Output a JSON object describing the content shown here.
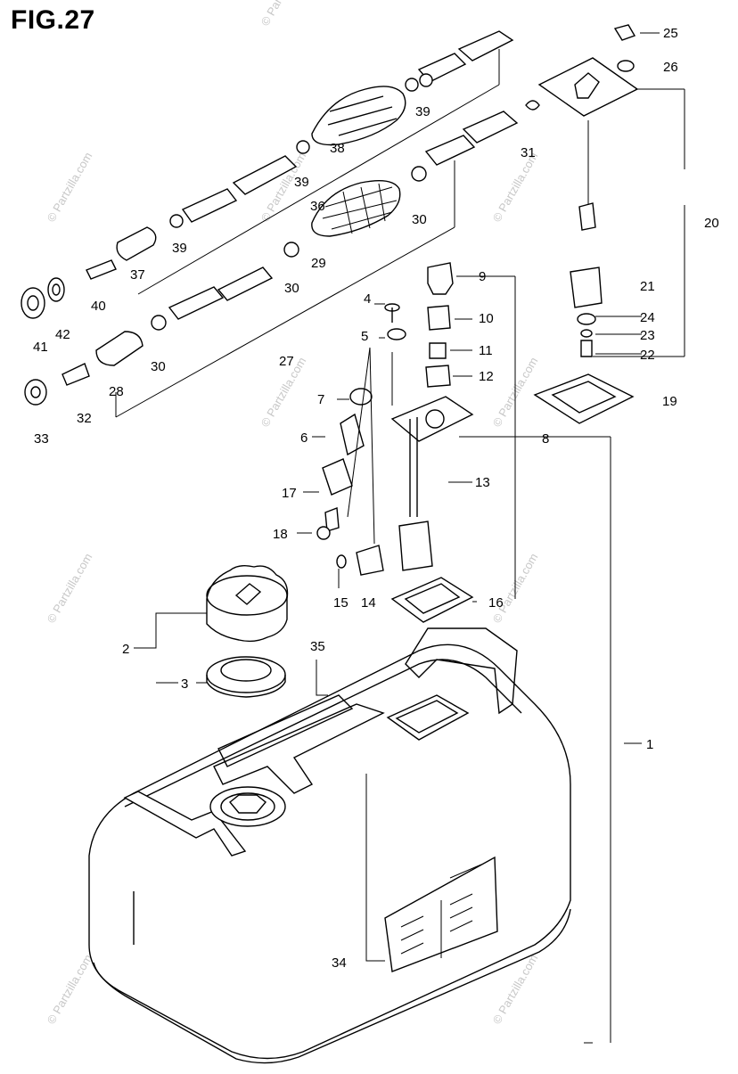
{
  "figure": {
    "title": "FIG.27"
  },
  "watermark": {
    "text": "© Partzilla.com"
  },
  "callouts": [
    "1",
    "2",
    "3",
    "4",
    "5",
    "6",
    "7",
    "8",
    "9",
    "10",
    "11",
    "12",
    "13",
    "14",
    "15",
    "16",
    "17",
    "18",
    "19",
    "20",
    "21",
    "22",
    "23",
    "24",
    "25",
    "26",
    "27",
    "28",
    "29",
    "30",
    "30",
    "30",
    "31",
    "32",
    "33",
    "34",
    "35",
    "36",
    "37",
    "38",
    "39",
    "39",
    "39",
    "40",
    "41",
    "42"
  ]
}
